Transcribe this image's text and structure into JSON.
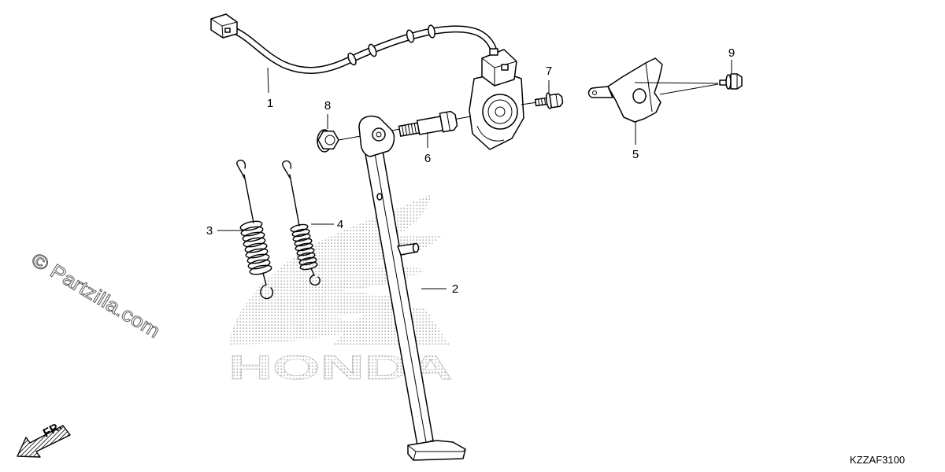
{
  "callouts": [
    "1",
    "2",
    "3",
    "4",
    "5",
    "6",
    "7",
    "8",
    "9"
  ],
  "watermarks": {
    "copyright": "© Partzilla.com",
    "logo_text": "HONDA"
  },
  "direction_label": "FR.",
  "diagram_code": "KZZAF3100",
  "colors": {
    "line": "#000000",
    "background": "#ffffff",
    "watermark": "#9a9a9a"
  }
}
